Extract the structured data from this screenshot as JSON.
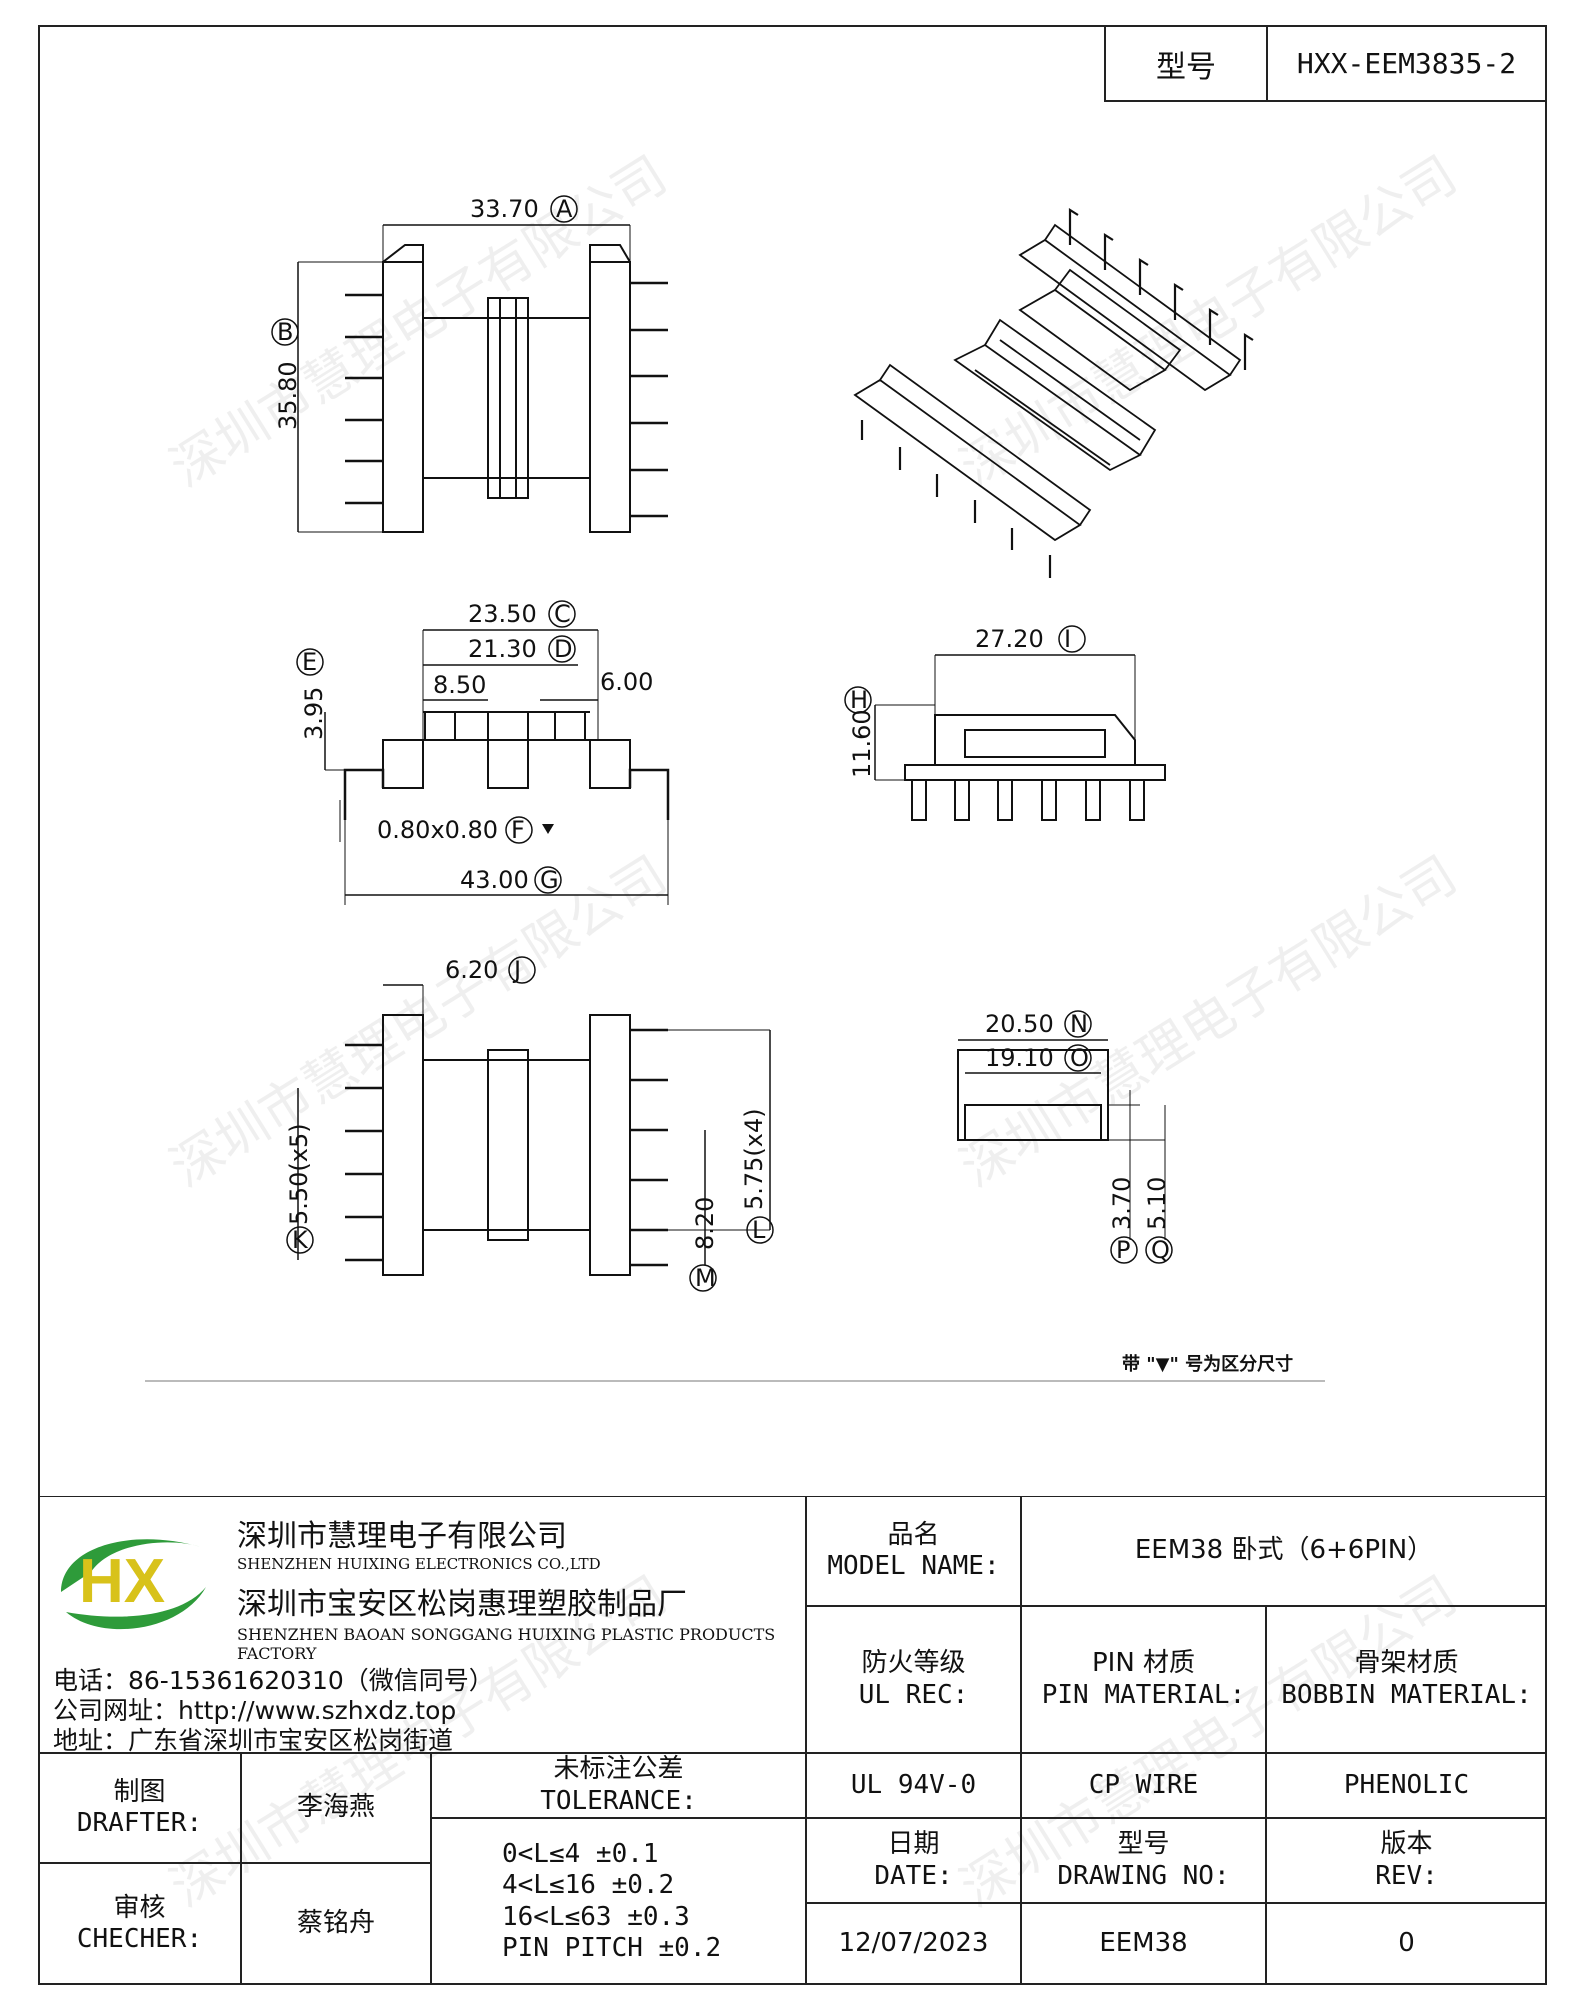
{
  "header": {
    "model_label": "型号",
    "model_value": "HXX-EEM3835-2"
  },
  "watermark": "深圳市慧理电子有限公司",
  "dimensions": {
    "A": "33.70",
    "B": "35.80",
    "C": "23.50",
    "D": "21.30",
    "d850": "8.50",
    "d600": "6.00",
    "E": "3.95",
    "F": "0.80x0.80",
    "G": "43.00",
    "I": "27.20",
    "H": "11.60",
    "J": "6.20",
    "K": "5.50(x5)",
    "L": "5.75(x4)",
    "M": "8.20",
    "N": "20.50",
    "O": "19.10",
    "P": "3.70",
    "Q": "5.10",
    "circles": {
      "A": "A",
      "B": "B",
      "C": "C",
      "D": "D",
      "E": "E",
      "F": "F",
      "G": "G",
      "I": "I",
      "H": "H",
      "J": "J",
      "K": "K",
      "L": "L",
      "M": "M",
      "N": "N",
      "O": "O",
      "P": "P",
      "Q": "Q"
    }
  },
  "note": "带 \"▼\" 号为区分尺寸",
  "titleblock": {
    "logo_text": "HX",
    "company_cn": "深圳市慧理电子有限公司",
    "company_en": "SHENZHEN HUIXING ELECTRONICS CO.,LTD",
    "factory_cn": "深圳市宝安区松岗惠理塑胶制品厂",
    "factory_en": "SHENZHEN BAOAN SONGGANG HUIXING PLASTIC PRODUCTS FACTORY",
    "phone": "电话：86-15361620310（微信同号）",
    "website": "公司网址：http://www.szhxdz.top",
    "address": "地址：广东省深圳市宝安区松岗街道",
    "model_name_cn": "品名",
    "model_name_en": "MODEL NAME:",
    "model_name_value": "EEM38 卧式（6+6PIN）",
    "fire_cn": "防火等级",
    "fire_en": "UL REC:",
    "pin_cn": "PIN 材质",
    "pin_en": "PIN MATERIAL:",
    "bobbin_cn": "骨架材质",
    "bobbin_en": "BOBBIN MATERIAL:",
    "fire_value": "UL 94V-0",
    "pin_value": "CP WIRE",
    "bobbin_value": "PHENOLIC",
    "drafter_cn": "制图",
    "drafter_en": "DRAFTER:",
    "drafter_name": "李海燕",
    "checker_cn": "审核",
    "checker_en": "CHECHER:",
    "checker_name": "蔡铭舟",
    "tol_cn": "未标注公差",
    "tol_en": "TOLERANCE:",
    "tol_lines": [
      "0<L≤4  ±0.1",
      "4<L≤16  ±0.2",
      "16<L≤63  ±0.3",
      "PIN PITCH  ±0.2"
    ],
    "date_cn": "日期",
    "date_en": "DATE:",
    "drawno_cn": "型号",
    "drawno_en": "DRAWING NO:",
    "rev_cn": "版本",
    "rev_en": "REV:",
    "date_value": "12/07/2023",
    "drawno_value": "EEM38",
    "rev_value": "0"
  }
}
